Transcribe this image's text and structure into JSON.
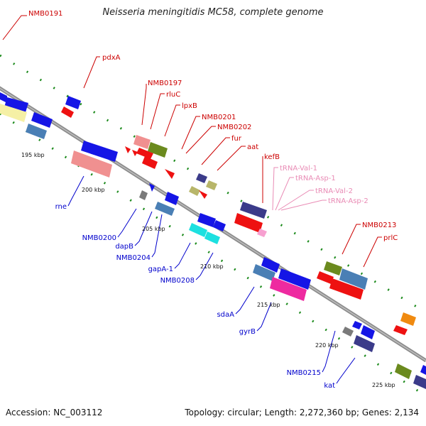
{
  "title": "Neisseria meningitidis MC58, complete genome",
  "footer": {
    "accession": "Accession: NC_003112",
    "topology": "Topology: circular; Length: 2,272,360 bp; Genes: 2,134"
  },
  "colors": {
    "label_top": "#cc0000",
    "label_bottom": "#0000cc",
    "label_rna": "#e98bb5",
    "backbone": "#8c8c8c",
    "tick": "#1b8a1b"
  },
  "scale_labels": [
    "195 kbp",
    "200 kbp",
    "205 kbp",
    "210 kbp",
    "215 kbp",
    "220 kbp",
    "225 kbp"
  ],
  "top_labels": [
    "NMB0191",
    "pdxA",
    "NMB0197",
    "rluC",
    "lpxB",
    "NMB0201",
    "NMB0202",
    "fur",
    "aat",
    "kefB",
    "NMB0213",
    "prlC"
  ],
  "rna_labels": [
    "tRNA-Val-1",
    "tRNA-Asp-1",
    "tRNA-Val-2",
    "tRNA-Asp-2"
  ],
  "bottom_labels": [
    "rne",
    "NMB0200",
    "dapB",
    "NMB0204",
    "gapA-1",
    "NMB0208",
    "sdaA",
    "gyrB",
    "NMB0215",
    "kat"
  ]
}
